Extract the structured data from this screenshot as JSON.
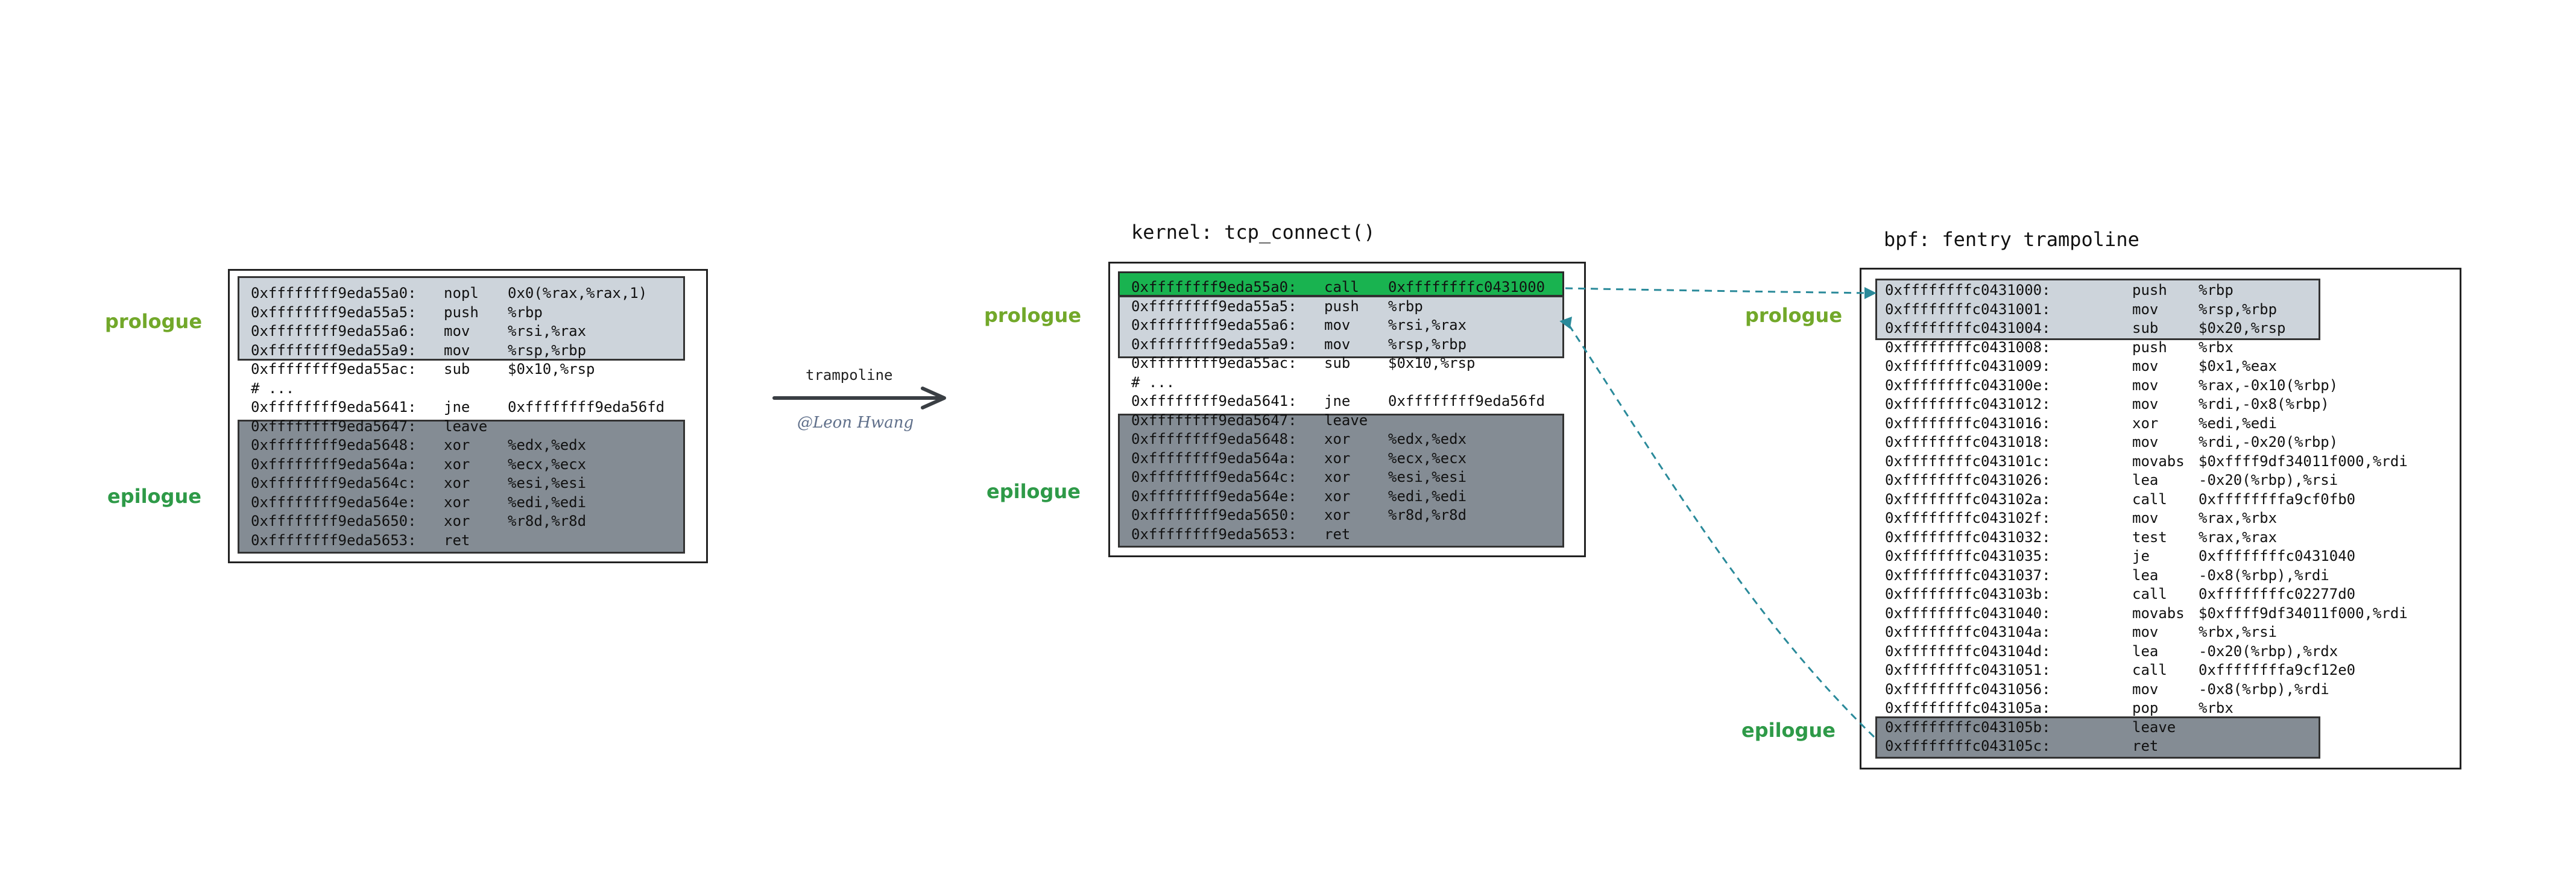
{
  "left": {
    "prologue_label": "prologue",
    "epilogue_label": "epilogue",
    "lines": [
      {
        "addr": "0xffffffff9eda55a0:",
        "mn": "nopl",
        "op": "0x0(%rax,%rax,1)"
      },
      {
        "addr": "0xffffffff9eda55a5:",
        "mn": "push",
        "op": "%rbp"
      },
      {
        "addr": "0xffffffff9eda55a6:",
        "mn": "mov",
        "op": "%rsi,%rax"
      },
      {
        "addr": "0xffffffff9eda55a9:",
        "mn": "mov",
        "op": "%rsp,%rbp"
      },
      {
        "addr": "0xffffffff9eda55ac:",
        "mn": "sub",
        "op": "$0x10,%rsp"
      },
      {
        "addr": "# ...",
        "mn": "",
        "op": ""
      },
      {
        "addr": "0xffffffff9eda5641:",
        "mn": "jne",
        "op": "0xffffffff9eda56fd"
      },
      {
        "addr": "0xffffffff9eda5647:",
        "mn": "leave",
        "op": ""
      },
      {
        "addr": "0xffffffff9eda5648:",
        "mn": "xor",
        "op": "%edx,%edx"
      },
      {
        "addr": "0xffffffff9eda564a:",
        "mn": "xor",
        "op": "%ecx,%ecx"
      },
      {
        "addr": "0xffffffff9eda564c:",
        "mn": "xor",
        "op": "%esi,%esi"
      },
      {
        "addr": "0xffffffff9eda564e:",
        "mn": "xor",
        "op": "%edi,%edi"
      },
      {
        "addr": "0xffffffff9eda5650:",
        "mn": "xor",
        "op": "%r8d,%r8d"
      },
      {
        "addr": "0xffffffff9eda5653:",
        "mn": "ret",
        "op": ""
      }
    ]
  },
  "arrow": {
    "label": "trampoline",
    "signature": "@Leon Hwang"
  },
  "middle": {
    "title": "kernel: tcp_connect()",
    "prologue_label": "prologue",
    "epilogue_label": "epilogue",
    "lines": [
      {
        "addr": "0xffffffff9eda55a0:",
        "mn": "call",
        "op": "0xffffffffc0431000"
      },
      {
        "addr": "0xffffffff9eda55a5:",
        "mn": "push",
        "op": "%rbp"
      },
      {
        "addr": "0xffffffff9eda55a6:",
        "mn": "mov",
        "op": "%rsi,%rax"
      },
      {
        "addr": "0xffffffff9eda55a9:",
        "mn": "mov",
        "op": "%rsp,%rbp"
      },
      {
        "addr": "0xffffffff9eda55ac:",
        "mn": "sub",
        "op": "$0x10,%rsp"
      },
      {
        "addr": "# ...",
        "mn": "",
        "op": ""
      },
      {
        "addr": "0xffffffff9eda5641:",
        "mn": "jne",
        "op": "0xffffffff9eda56fd"
      },
      {
        "addr": "0xffffffff9eda5647:",
        "mn": "leave",
        "op": ""
      },
      {
        "addr": "0xffffffff9eda5648:",
        "mn": "xor",
        "op": "%edx,%edx"
      },
      {
        "addr": "0xffffffff9eda564a:",
        "mn": "xor",
        "op": "%ecx,%ecx"
      },
      {
        "addr": "0xffffffff9eda564c:",
        "mn": "xor",
        "op": "%esi,%esi"
      },
      {
        "addr": "0xffffffff9eda564e:",
        "mn": "xor",
        "op": "%edi,%edi"
      },
      {
        "addr": "0xffffffff9eda5650:",
        "mn": "xor",
        "op": "%r8d,%r8d"
      },
      {
        "addr": "0xffffffff9eda5653:",
        "mn": "ret",
        "op": ""
      }
    ]
  },
  "right": {
    "title": "bpf: fentry trampoline",
    "prologue_label": "prologue",
    "epilogue_label": "epilogue",
    "lines": [
      {
        "addr": "0xffffffffc0431000:",
        "mn": "push",
        "op": "%rbp"
      },
      {
        "addr": "0xffffffffc0431001:",
        "mn": "mov",
        "op": "%rsp,%rbp"
      },
      {
        "addr": "0xffffffffc0431004:",
        "mn": "sub",
        "op": "$0x20,%rsp"
      },
      {
        "addr": "0xffffffffc0431008:",
        "mn": "push",
        "op": "%rbx"
      },
      {
        "addr": "0xffffffffc0431009:",
        "mn": "mov",
        "op": "$0x1,%eax"
      },
      {
        "addr": "0xffffffffc043100e:",
        "mn": "mov",
        "op": "%rax,-0x10(%rbp)"
      },
      {
        "addr": "0xffffffffc0431012:",
        "mn": "mov",
        "op": "%rdi,-0x8(%rbp)"
      },
      {
        "addr": "0xffffffffc0431016:",
        "mn": "xor",
        "op": "%edi,%edi"
      },
      {
        "addr": "0xffffffffc0431018:",
        "mn": "mov",
        "op": "%rdi,-0x20(%rbp)"
      },
      {
        "addr": "0xffffffffc043101c:",
        "mn": "movabs",
        "op": "$0xffff9df34011f000,%rdi"
      },
      {
        "addr": "0xffffffffc0431026:",
        "mn": "lea",
        "op": "-0x20(%rbp),%rsi"
      },
      {
        "addr": "0xffffffffc043102a:",
        "mn": "call",
        "op": "0xffffffffa9cf0fb0"
      },
      {
        "addr": "0xffffffffc043102f:",
        "mn": "mov",
        "op": "%rax,%rbx"
      },
      {
        "addr": "0xffffffffc0431032:",
        "mn": "test",
        "op": "%rax,%rax"
      },
      {
        "addr": "0xffffffffc0431035:",
        "mn": "je",
        "op": "0xffffffffc0431040"
      },
      {
        "addr": "0xffffffffc0431037:",
        "mn": "lea",
        "op": "-0x8(%rbp),%rdi"
      },
      {
        "addr": "0xffffffffc043103b:",
        "mn": "call",
        "op": "0xffffffffc02277d0"
      },
      {
        "addr": "0xffffffffc0431040:",
        "mn": "movabs",
        "op": "$0xffff9df34011f000,%rdi"
      },
      {
        "addr": "0xffffffffc043104a:",
        "mn": "mov",
        "op": "%rbx,%rsi"
      },
      {
        "addr": "0xffffffffc043104d:",
        "mn": "lea",
        "op": "-0x20(%rbp),%rdx"
      },
      {
        "addr": "0xffffffffc0431051:",
        "mn": "call",
        "op": "0xffffffffa9cf12e0"
      },
      {
        "addr": "0xffffffffc0431056:",
        "mn": "mov",
        "op": "-0x8(%rbp),%rdi"
      },
      {
        "addr": "0xffffffffc043105a:",
        "mn": "pop",
        "op": "%rbx"
      },
      {
        "addr": "0xffffffffc043105b:",
        "mn": "leave",
        "op": ""
      },
      {
        "addr": "0xffffffffc043105c:",
        "mn": "ret",
        "op": ""
      }
    ]
  },
  "colors": {
    "prologue_fill": "#cdd4db",
    "epilogue_fill": "#848c94",
    "call_fill": "#19b350",
    "prologue_text": "#72a82a",
    "epilogue_text": "#2e9a48",
    "connector": "#2a8a9a"
  }
}
